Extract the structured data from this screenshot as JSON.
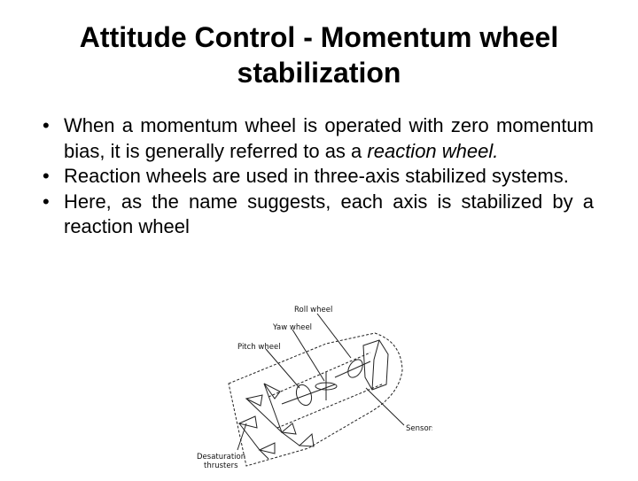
{
  "slide": {
    "title_line1": "Attitude Control - Momentum wheel",
    "title_line2": "stabilization",
    "bullets": [
      {
        "text": "When a momentum wheel is operated with zero momentum bias, it is generally referred to as a ",
        "emphasis": "reaction wheel."
      },
      {
        "text": "Reaction wheels are used in three-axis stabilized systems.",
        "emphasis": ""
      },
      {
        "text": "Here, as the name suggests, each axis is stabilized by a reaction wheel",
        "emphasis": ""
      }
    ],
    "bullet_glyph": "•"
  },
  "figure": {
    "labels": {
      "roll": "Roll wheel",
      "yaw": "Yaw wheel",
      "pitch": "Pitch wheel",
      "sensors": "Sensors",
      "desat_line1": "Desaturation",
      "desat_line2": "thrusters"
    }
  }
}
